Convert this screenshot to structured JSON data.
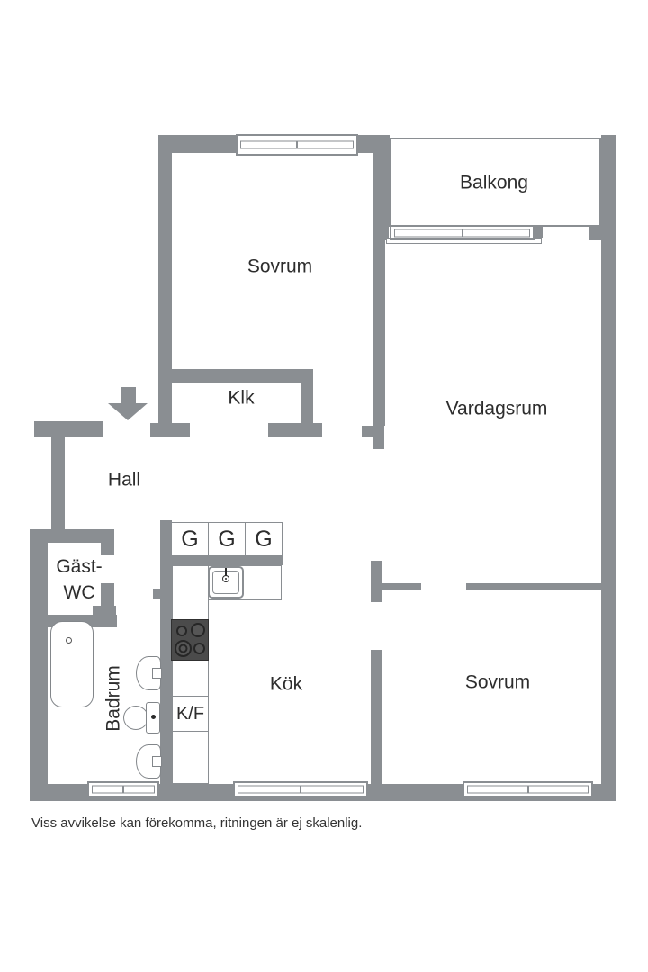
{
  "colors": {
    "wall": "#8a8e92",
    "fixture_outline": "#82868a",
    "stove_body": "#4b4b4b",
    "burner_ring": "#262626",
    "burner_fill": "#565656",
    "text": "#2d2d2d",
    "caption_text": "#333333",
    "background": "#ffffff"
  },
  "rooms": {
    "balkong": "Balkong",
    "sovrum_top": "Sovrum",
    "vardagsrum": "Vardagsrum",
    "klk": "Klk",
    "hall": "Hall",
    "gast_wc": [
      "Gäst-",
      "WC"
    ],
    "kok": "Kök",
    "kf": "K/F",
    "badrum": "Badrum",
    "sovrum_bottom": "Sovrum"
  },
  "wardrobes": [
    "G",
    "G",
    "G"
  ],
  "icons": {
    "entrance_arrow": "entrance-arrow-down"
  },
  "caption": "Viss avvikelse kan förekomma, ritningen är ej skalenlig."
}
